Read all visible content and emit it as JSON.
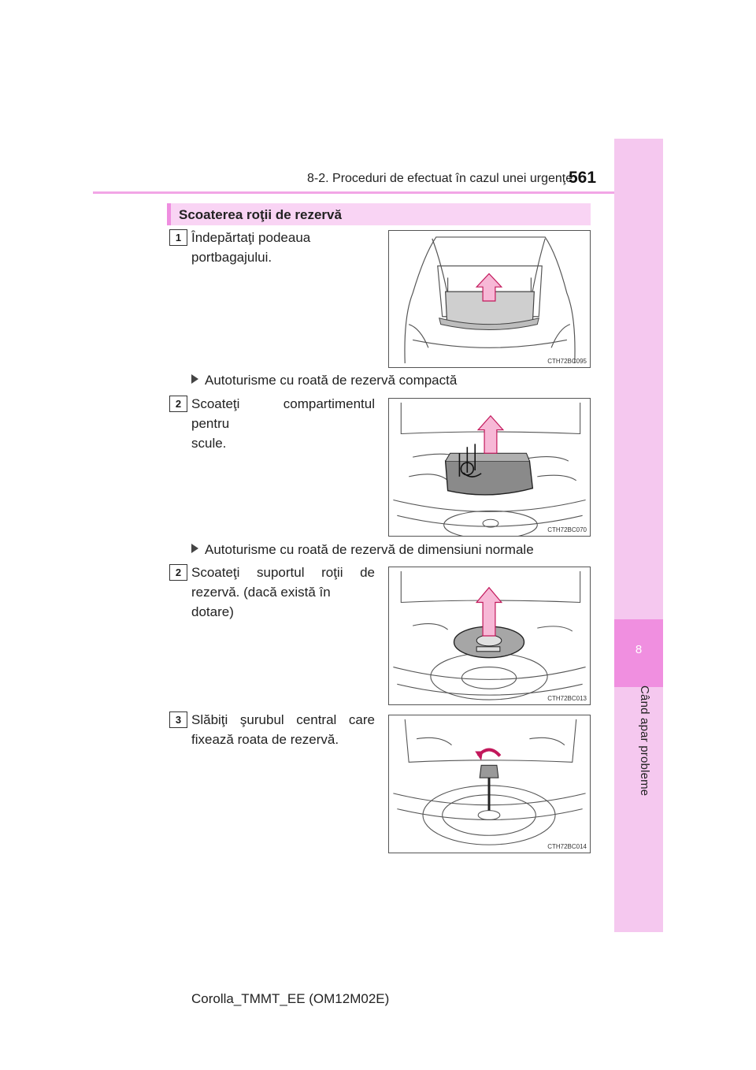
{
  "header": {
    "section": "8-2. Proceduri de efectuat în cazul unei urgenţe",
    "page_number": "561"
  },
  "side_tab": {
    "chapter_number": "8",
    "chapter_title": "Când apar probleme"
  },
  "section_heading": "Scoaterea roţii de rezervă",
  "steps": [
    {
      "number": "1",
      "text_line1": "Îndepărtaţi podeaua",
      "text_line2": "portbagajului.",
      "figure_code": "CTH72BC095"
    },
    {
      "bullet": "Autoturisme cu roată de rezervă compactă"
    },
    {
      "number": "2",
      "text_line1": "Scoateţi compartimentul pentru",
      "text_line2": "scule.",
      "figure_code": "CTH72BC070"
    },
    {
      "bullet": "Autoturisme cu roată de rezervă de dimensiuni normale"
    },
    {
      "number": "2",
      "text_line1": "Scoateţi suportul roţii de",
      "text_line2": "rezervă. (dacă există în dotare)",
      "figure_code": "CTH72BC013"
    },
    {
      "number": "3",
      "text_line1": "Slăbiţi şurubul central care",
      "text_line2": "fixează roata de rezervă.",
      "figure_code": "CTH72BC014"
    }
  ],
  "footer": "Corolla_TMMT_EE (OM12M02E)",
  "colors": {
    "accent": "#f08fe0",
    "tab": "#f5c8ef",
    "heading_bg": "#f9d4f4",
    "arrow": "#f7b8d6"
  },
  "icons": [
    "arrow-up-icon",
    "rotate-arrow-icon",
    "triangle-bullet-icon"
  ]
}
